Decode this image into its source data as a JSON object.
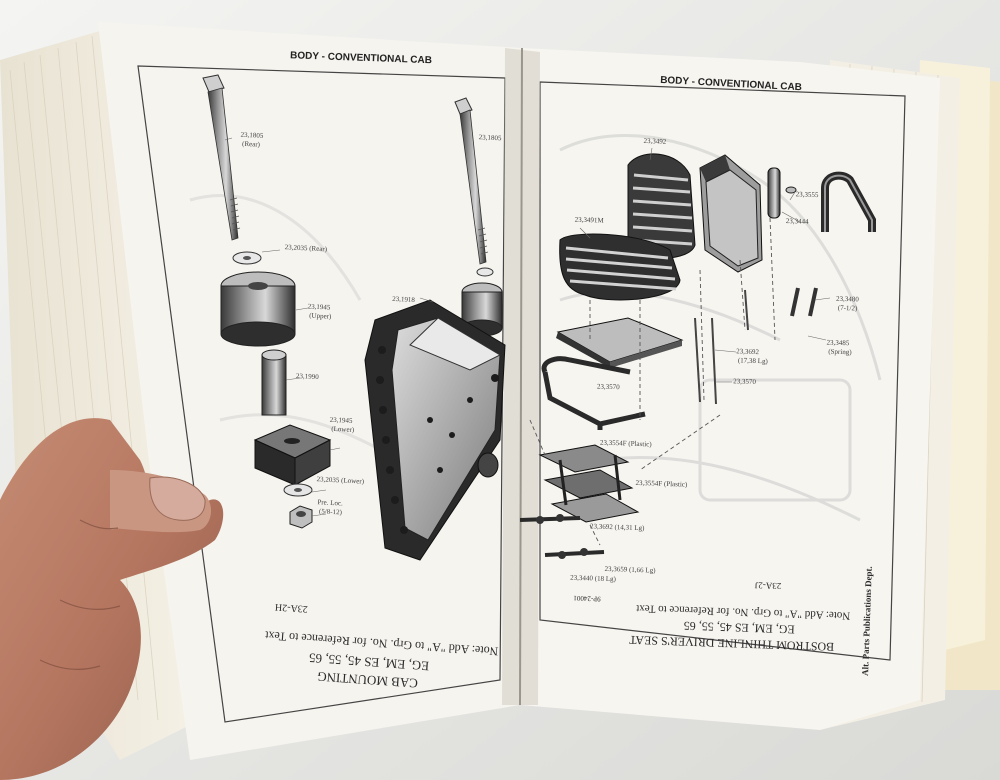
{
  "left_page": {
    "header": "BODY - CONVENTIONAL CAB",
    "caption_title": "CAB MOUNTING",
    "caption_models": "EG, EM, ES 45, 55, 65",
    "note": "Note: Add \"A\" to Grp. No. for Reference to Text",
    "page_number": "23A-2H",
    "labels": {
      "l1": "23,1805",
      "l1b": "(Rear)",
      "l2": "23,2035 (Rear)",
      "l3": "23,1945",
      "l3b": "(Upper)",
      "l4": "23,1990",
      "l5": "23,1945",
      "l5b": "(Lower)",
      "l6": "23,2035 (Lower)",
      "l7": "Pre. Loc.",
      "l7b": "(5/8-12)",
      "l8": "23,1805",
      "l9": "23,1918"
    }
  },
  "right_page": {
    "header": "BODY - CONVENTIONAL CAB",
    "caption_title": "BOSTROM THINLINE DRIVER'S SEAT",
    "caption_models": "EG, EM, ES 45, 55, 65",
    "note": "Note: Add \"A\" to Grp. No. for Reference to Text",
    "page_number": "23A-2J",
    "figure_number": "9P-24001",
    "labels": {
      "r1": "23,3492",
      "r2": "23,3491M",
      "r3": "23,3555",
      "r4": "23,3444",
      "r5": "23,3480",
      "r5b": "(7-1/2)",
      "r6": "23,3485",
      "r6b": "(Spring)",
      "r7": "23,3692",
      "r7b": "(17,38 Lg)",
      "r8": "23,3570",
      "r9": "23,3570",
      "r10": "23,3554F (Plastic)",
      "r11": "23,3554F (Plastic)",
      "r12": "23,3692 (14,31 Lg)",
      "r13": "23,3659 (1,66 Lg)",
      "r14": "23,3440 (18 Lg)"
    }
  },
  "side_text": "Alt. Parts Publications Dept."
}
